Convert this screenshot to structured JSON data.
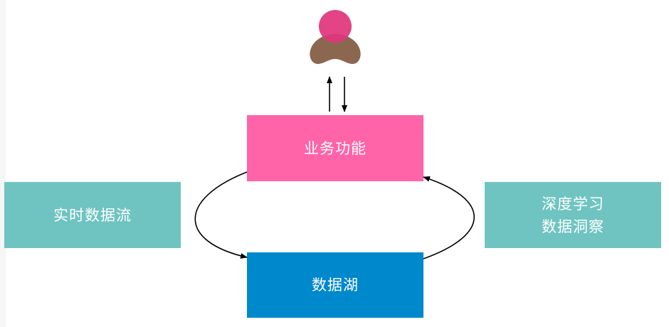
{
  "nodes": {
    "business": {
      "label": "业务功能"
    },
    "datalake": {
      "label": "数据湖"
    },
    "stream": {
      "label": "实时数据流"
    },
    "insight": {
      "line1": "深度学习",
      "line2": "数据洞察"
    }
  },
  "icons": {
    "user": "user-icon"
  },
  "colors": {
    "business": "#ff64a8",
    "datalake": "#0088cc",
    "side_boxes": "#6fc4c1",
    "user_head": "#e0367d",
    "user_body": "#8c6750"
  }
}
